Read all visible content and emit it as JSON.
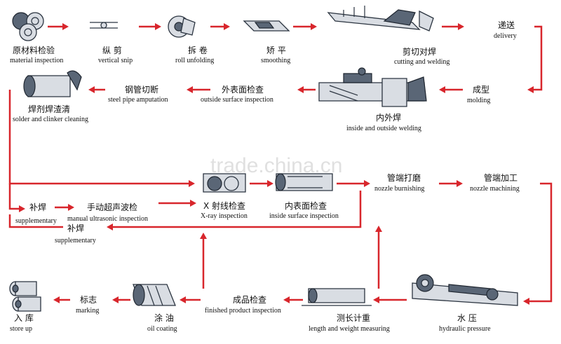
{
  "steps": [
    {
      "id": "material",
      "zh": "原材料检验",
      "en": "material inspection"
    },
    {
      "id": "snip",
      "zh": "纵 剪",
      "en": "vertical snip"
    },
    {
      "id": "unfold",
      "zh": "拆 卷",
      "en": "roll unfolding"
    },
    {
      "id": "smooth",
      "zh": "矫 平",
      "en": "smoothing"
    },
    {
      "id": "cutweld",
      "zh": "剪切对焊",
      "en": "cutting and welding"
    },
    {
      "id": "delivery",
      "zh": "递送",
      "en": "delivery"
    },
    {
      "id": "molding",
      "zh": "成型",
      "en": "molding"
    },
    {
      "id": "inoutweld",
      "zh": "内外焊",
      "en": "inside and outside welding"
    },
    {
      "id": "outside",
      "zh": "外表面检查",
      "en": "outside surface inspection"
    },
    {
      "id": "amputation",
      "zh": "钢管切断",
      "en": "steel pipe amputation"
    },
    {
      "id": "solder",
      "zh": "焊剂焊渣清",
      "en": "solder and clinker cleaning"
    },
    {
      "id": "xray",
      "zh": "X 射线检查",
      "en": "X-ray inspection"
    },
    {
      "id": "insidesurf",
      "zh": "内表面检查",
      "en": "inside surface inspection"
    },
    {
      "id": "burnish",
      "zh": "管端打磨",
      "en": "nozzle burnishing"
    },
    {
      "id": "machining",
      "zh": "管端加工",
      "en": "nozzle machining"
    },
    {
      "id": "supp1",
      "zh": "补焊",
      "en": "supplementary"
    },
    {
      "id": "ultra",
      "zh": "手动超声波检",
      "en": "manual ultrasonic inspection"
    },
    {
      "id": "supp2",
      "zh": "补焊",
      "en": "supplementary"
    },
    {
      "id": "hydraulic",
      "zh": "水 压",
      "en": "hydraulic pressure"
    },
    {
      "id": "measure",
      "zh": "测长计重",
      "en": "length and weight measuring"
    },
    {
      "id": "finished",
      "zh": "成品检查",
      "en": "finished product inspection"
    },
    {
      "id": "oil",
      "zh": "涂 油",
      "en": "oil coating"
    },
    {
      "id": "marking",
      "zh": "标志",
      "en": "marking"
    },
    {
      "id": "store",
      "zh": "入 库",
      "en": "store up"
    }
  ],
  "watermark": "trade.china.cn",
  "colors": {
    "arrow": "#d8262c",
    "machine": "#5a6676"
  }
}
